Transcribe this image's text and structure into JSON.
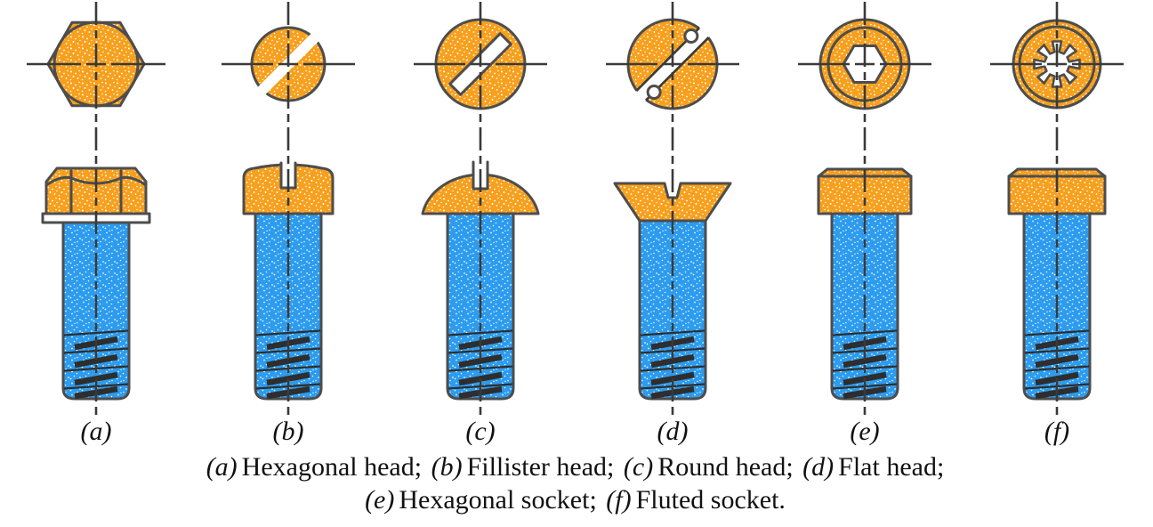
{
  "columns": [
    {
      "label": "(a)",
      "head_type": "Hexagonal head"
    },
    {
      "label": "(b)",
      "head_type": "Fillister head"
    },
    {
      "label": "(c)",
      "head_type": "Round head"
    },
    {
      "label": "(d)",
      "head_type": "Flat head"
    },
    {
      "label": "(e)",
      "head_type": "Hexagonal socket"
    },
    {
      "label": "(f)",
      "head_type": "Fluted socket"
    }
  ],
  "caption": {
    "line1": [
      {
        "label": "(a)",
        "text": "Hexagonal head;"
      },
      {
        "label": "(b)",
        "text": "Fillister head;"
      },
      {
        "label": "(c)",
        "text": "Round head;"
      },
      {
        "label": "(d)",
        "text": "Flat head;"
      }
    ],
    "line2": [
      {
        "label": "(e)",
        "text": "Hexagonal socket;"
      },
      {
        "label": "(f)",
        "text": "Fluted socket."
      }
    ]
  },
  "colors": {
    "head_fill": "#F7A01E",
    "shank_fill": "#2D9BEE",
    "outline_color": "#4D4D4D",
    "line_color": "#3A3A3A",
    "thread_color": "#2E2E2E",
    "head_speckle": "#FFFFFF",
    "shank_speckle": "#E6FAFF"
  }
}
